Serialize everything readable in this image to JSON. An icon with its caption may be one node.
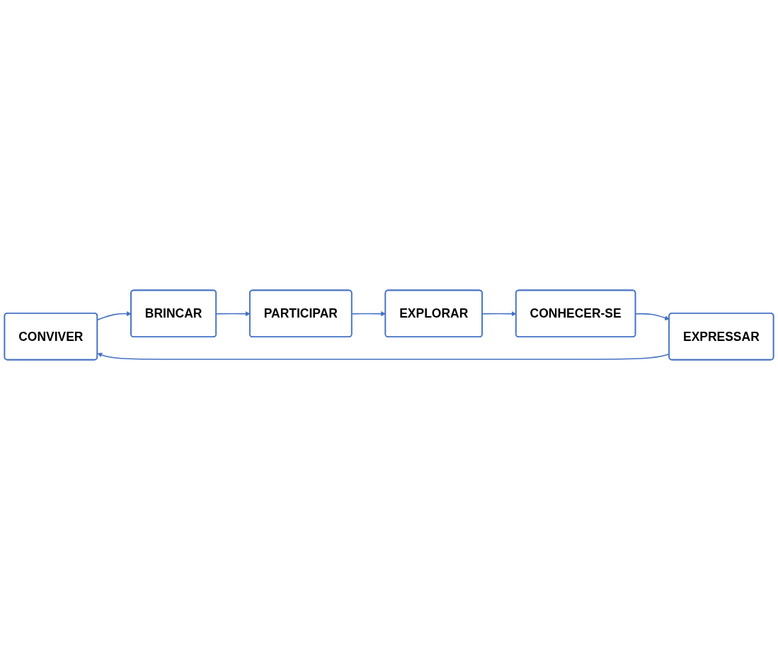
{
  "diagram": {
    "nodes": [
      {
        "text": [
          "CONVIVER"
        ]
      },
      {
        "text": [
          "BRINCAR"
        ]
      },
      {
        "text": [
          "PARTICIPAR"
        ]
      },
      {
        "text": [
          "EXPLORAR"
        ]
      },
      {
        "text": [
          "CONHECER-SE"
        ]
      },
      {
        "text": [
          "EXPRESSAR"
        ]
      }
    ],
    "edges": [
      {
        "from": 0,
        "to": 1,
        "arrow": "to"
      },
      {
        "from": 1,
        "to": 2,
        "arrow": "to"
      },
      {
        "from": 2,
        "to": 3,
        "arrow": "to"
      },
      {
        "from": 3,
        "to": 4,
        "arrow": "to"
      },
      {
        "from": 4,
        "to": 5,
        "arrow": "to"
      },
      {
        "from": 5,
        "to": 0,
        "arrow": "to"
      }
    ]
  }
}
